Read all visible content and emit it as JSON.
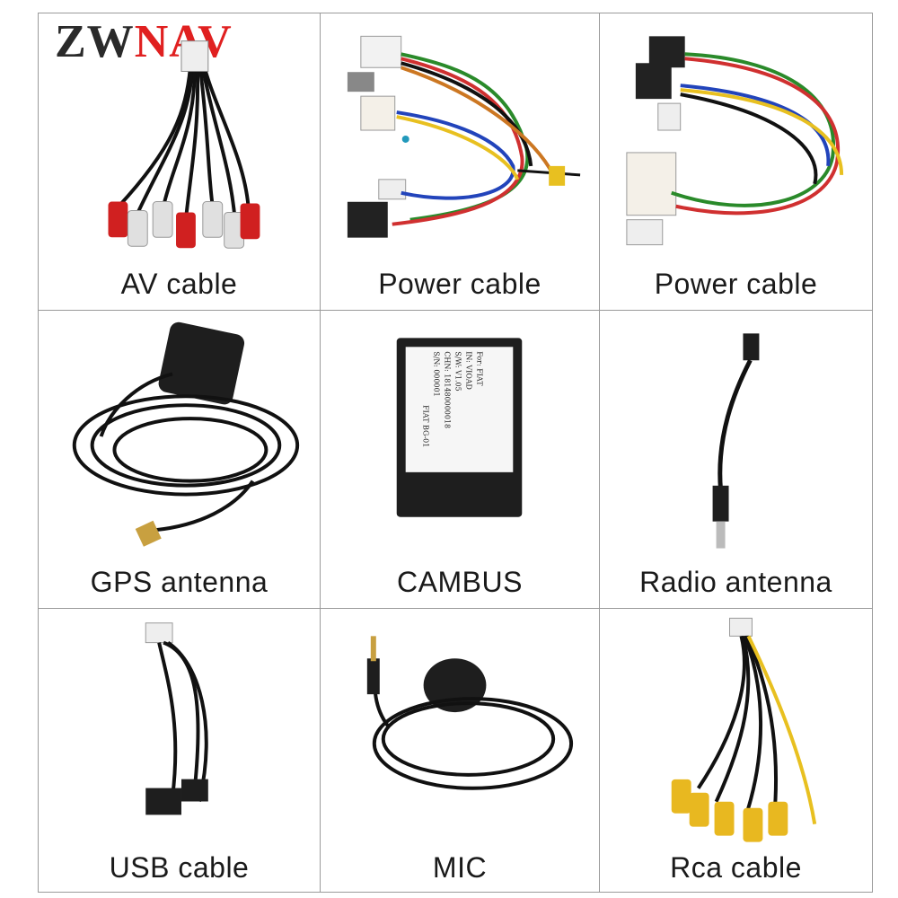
{
  "brand": {
    "logo_prefix": "ZW",
    "logo_suffix": "NAV",
    "accent_color": "#e02020"
  },
  "items": [
    {
      "label": "AV cable",
      "icon": "av-cable-icon"
    },
    {
      "label": "Power cable",
      "icon": "power-cable-icon"
    },
    {
      "label": "Power cable",
      "icon": "power-cable-icon"
    },
    {
      "label": "GPS antenna",
      "icon": "gps-antenna-icon"
    },
    {
      "label": "CAMBUS",
      "icon": "cambus-box-icon"
    },
    {
      "label": "Radio antenna",
      "icon": "radio-antenna-icon"
    },
    {
      "label": "USB cable",
      "icon": "usb-cable-icon"
    },
    {
      "label": "MIC",
      "icon": "microphone-icon"
    },
    {
      "label": "Rca cable",
      "icon": "rca-cable-icon"
    }
  ],
  "cambus_box": {
    "lines": [
      "For: FIAT",
      "IN: VIOAD",
      "S/W: V1.05",
      "CHN: 181480000018",
      "S/N: 000001",
      "FIAT BG-01"
    ]
  }
}
